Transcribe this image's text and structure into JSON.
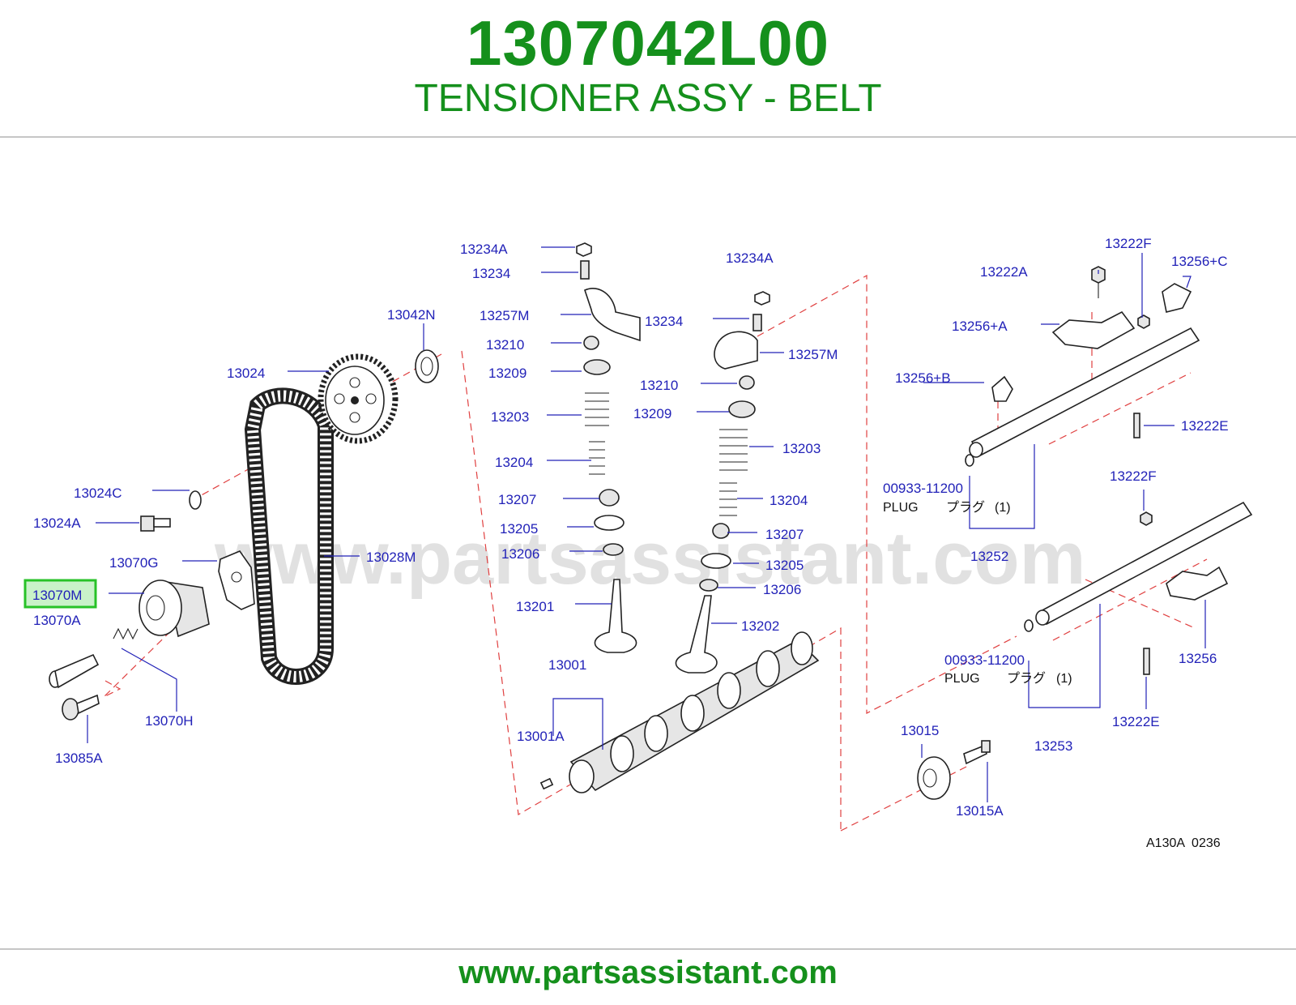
{
  "header": {
    "part_number": "1307042L00",
    "part_name": "TENSIONER ASSY - BELT"
  },
  "diagram": {
    "watermark": "www.partsassistant.com",
    "code": "A130A  0236",
    "highlight_color": "#27c227",
    "label_color": "#2222b8",
    "brand_color": "#15901c",
    "labels": {
      "l13234A_a": "13234A",
      "l13234_a": "13234",
      "l13257M_a": "13257M",
      "l13210_a": "13210",
      "l13209_a": "13209",
      "l13203_a": "13203",
      "l13204_a": "13204",
      "l13207_a": "13207",
      "l13205_a": "13205",
      "l13206_a": "13206",
      "l13201": "13201",
      "l13234A_b": "13234A",
      "l13234_b": "13234",
      "l13257M_b": "13257M",
      "l13210_b": "13210",
      "l13209_b": "13209",
      "l13203_b": "13203",
      "l13204_b": "13204",
      "l13207_b": "13207",
      "l13205_b": "13205",
      "l13206_b": "13206",
      "l13202": "13202",
      "l13042N": "13042N",
      "l13024": "13024",
      "l13024C": "13024C",
      "l13024A": "13024A",
      "l13070G": "13070G",
      "l13028M": "13028M",
      "l13070M": "13070M",
      "l13070A": "13070A",
      "l13070H": "13070H",
      "l13085A": "13085A",
      "l13001": "13001",
      "l13001A": "13001A",
      "l13222F_a": "13222F",
      "l13222A": "13222A",
      "l13256C": "13256+C",
      "l13256A": "13256+A",
      "l13256B": "13256+B",
      "l13222E_a": "13222E",
      "l00933_a": "00933-11200",
      "plug_a": "PLUG",
      "plug_jp_a": "プラグ",
      "plug_qty_a": "(1)",
      "l13252": "13252",
      "l13222F_b": "13222F",
      "l13256": "13256",
      "l00933_b": "00933-11200",
      "plug_b": "PLUG",
      "plug_jp_b": "プラグ",
      "plug_qty_b": "(1)",
      "l13253": "13253",
      "l13222E_b": "13222E",
      "l13015": "13015",
      "l13015A": "13015A"
    }
  },
  "footer": {
    "url": "www.partsassistant.com"
  }
}
